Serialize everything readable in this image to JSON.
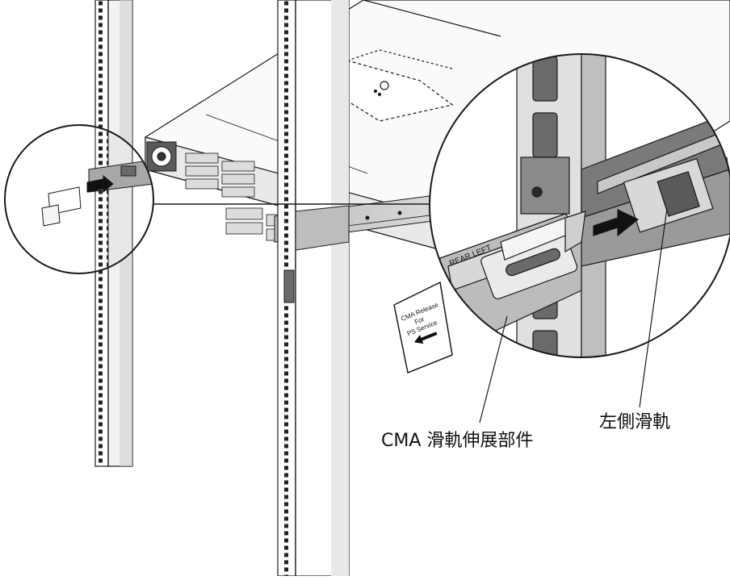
{
  "callouts": {
    "cma_extension": "CMA 滑軌伸展部件",
    "left_rail": "左側滑軌"
  },
  "rail_stamp": "REAR LEFT",
  "cma_tag": {
    "line1": "CMA Release",
    "line2": "For",
    "line3": "PS Service"
  },
  "colors": {
    "outline": "#1a1a1a",
    "rail_dark": "#4a4a4a",
    "rail_mid": "#8a8a8a",
    "rail_light": "#d4d4d4",
    "background": "#ffffff"
  }
}
